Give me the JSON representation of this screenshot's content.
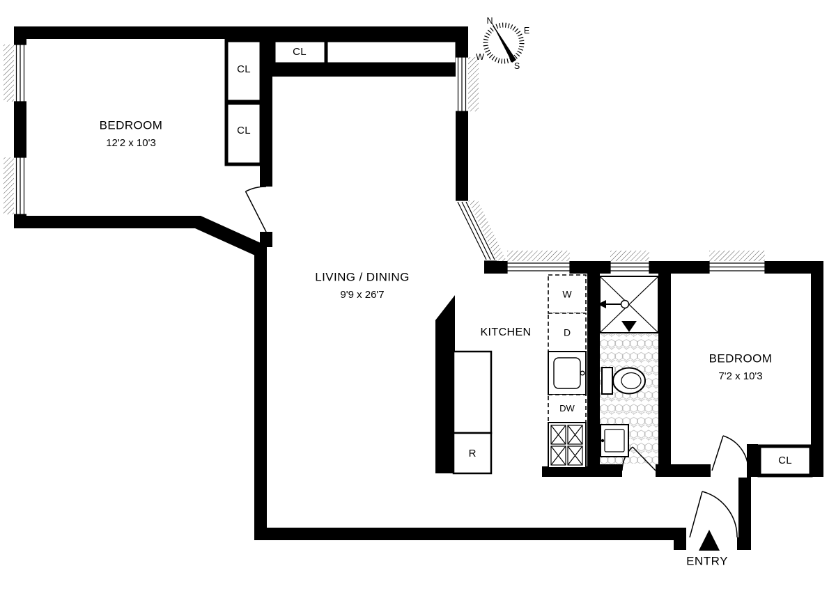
{
  "rooms": {
    "bedroom1": {
      "name": "BEDROOM",
      "dims": "12'2 x 10'3"
    },
    "living": {
      "name": "LIVING / DINING",
      "dims": "9'9 x 26'7"
    },
    "kitchen": {
      "name": "KITCHEN"
    },
    "bedroom2": {
      "name": "BEDROOM",
      "dims": "7'2 x 10'3"
    },
    "entry": {
      "name": "ENTRY"
    }
  },
  "closets": {
    "label": "CL"
  },
  "appliances": {
    "washer": "W",
    "dryer": "D",
    "dishwasher": "DW",
    "refrigerator": "R"
  },
  "compass": {
    "north": "N",
    "east": "E",
    "south": "S",
    "west": "W"
  },
  "colors": {
    "wall": "#000000",
    "floor": "#ffffff",
    "tile_line": "#b4b4b4"
  }
}
